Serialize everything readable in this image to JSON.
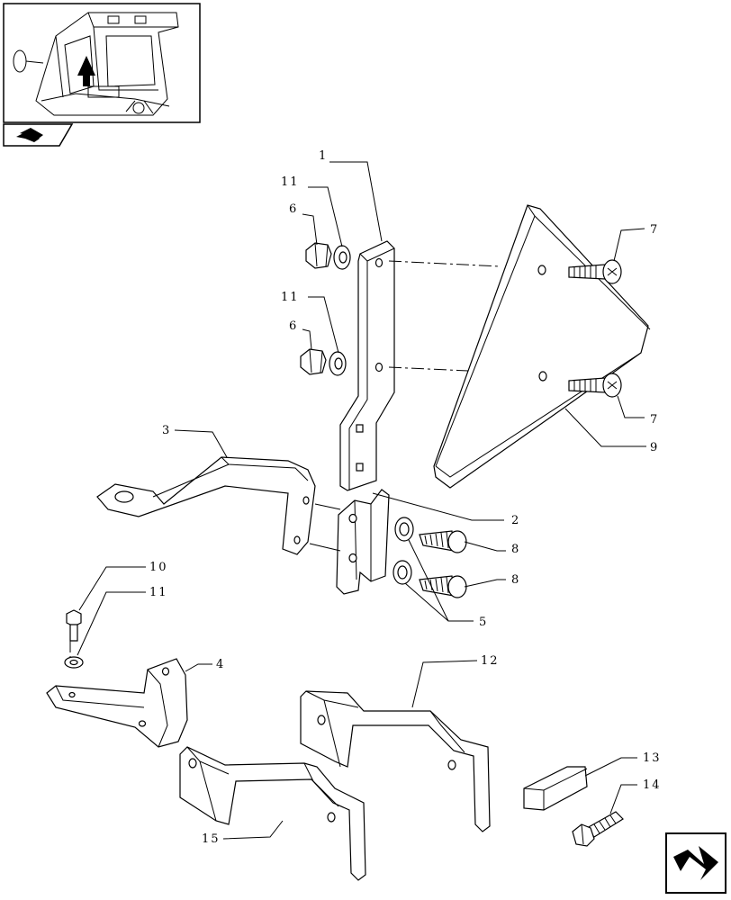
{
  "callouts": {
    "p1": "1",
    "p2": "2",
    "p3": "3",
    "p4": "4",
    "p5": "5",
    "p6a": "6",
    "p6b": "6",
    "p7a": "7",
    "p7b": "7",
    "p8a": "8",
    "p8b": "8",
    "p9": "9",
    "p10": "10",
    "p11a": "11",
    "p11b": "11",
    "p11c": "11",
    "p12": "12",
    "p13": "13",
    "p14": "14",
    "p15": "15"
  },
  "icons": {
    "thumbnail": "tractor-cab-thumbnail",
    "section_marker": "arrow-flag-icon",
    "navigation": "next-page-arrow-icon"
  },
  "colors": {
    "line": "#000000",
    "background": "#ffffff"
  }
}
